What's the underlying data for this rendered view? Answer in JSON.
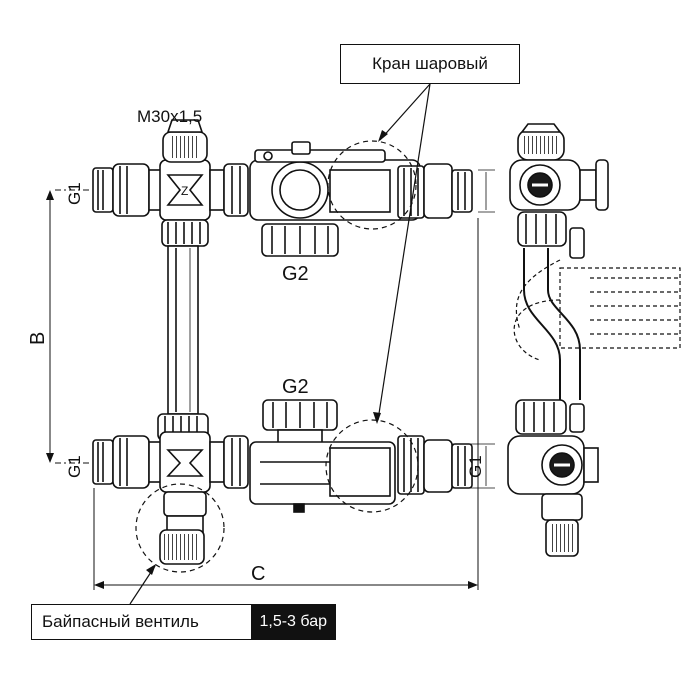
{
  "labels": {
    "ball_valve": "Кран шаровый",
    "bypass_valve": "Байпасный вентиль",
    "bypass_pressure": "1,5-3 бар",
    "thread_top": "M30x1,5",
    "g1_upper_left": "G1",
    "g1_lower_left": "G1",
    "g1_lower_right": "G1",
    "g2_upper": "G2",
    "g2_lower": "G2",
    "dim_b": "B",
    "dim_c": "C"
  },
  "colors": {
    "line": "#111111",
    "fill": "#ffffff",
    "shade": "#d9d9d9",
    "dark": "#1a1a1a"
  }
}
